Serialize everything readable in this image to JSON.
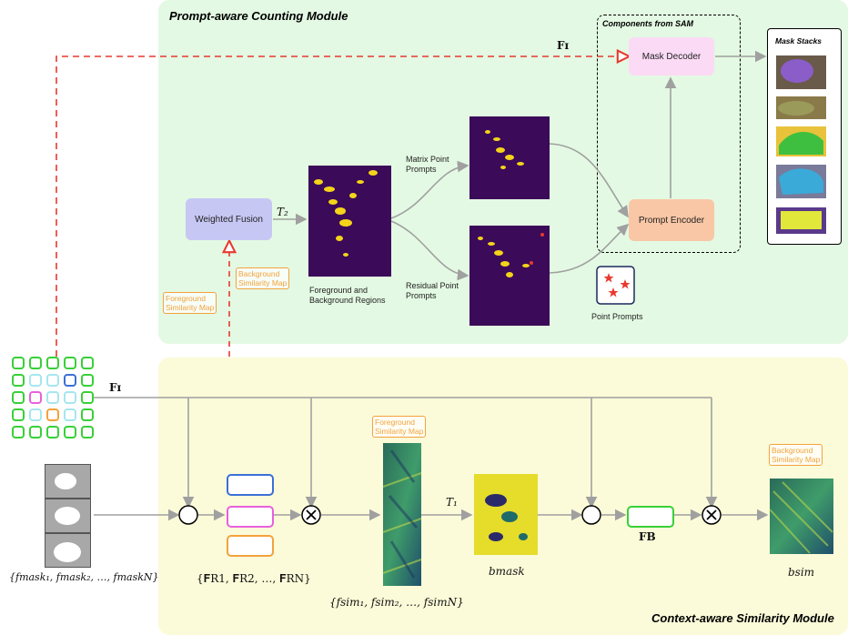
{
  "modules": {
    "prompt_aware": "Prompt-aware Counting Module",
    "context_aware": "Context-aware Similarity Module",
    "sam_components": "Components from SAM",
    "mask_stacks": "Mask Stacks"
  },
  "nodes": {
    "weighted_fusion": "Weighted Fusion",
    "mask_decoder": "Mask Decoder",
    "prompt_encoder": "Prompt Encoder"
  },
  "labels": {
    "fg_bg_regions": [
      "Foreground and",
      "Background Regions"
    ],
    "matrix_prompts": [
      "Matrix Point",
      "Prompts"
    ],
    "residual_prompts": [
      "Residual Point",
      "Prompts"
    ],
    "point_prompts": "Point Prompts",
    "bg_sim_map": [
      "Background",
      "Similarity Map"
    ],
    "fg_sim_map": [
      "Foreground",
      "Similarity Map"
    ]
  },
  "math": {
    "t2": "T₂",
    "t1": "T₁",
    "f_i": "𝐅ɪ",
    "f_b": "𝐅B",
    "bmask": "bmask",
    "bsim": "bsim",
    "fmask_set": "{fmask₁, fmask₂, …, fmaskN}",
    "fr_set": "{𝐅R1, 𝐅R2, …, 𝐅RN}",
    "fsim_set": "{fsim₁, fsim₂, …, fsimN}"
  },
  "colors": {
    "prompt_panel": "#e3f9e3",
    "similarity_panel": "#fbfbd9",
    "weighted_fusion": "#c7c7f4",
    "mask_decoder": "#fbdaf5",
    "prompt_encoder": "#f9c7a6",
    "annotation_orange": "#f4a23c",
    "feature_green": "#38d038",
    "arrow_red": "#e8392f"
  }
}
